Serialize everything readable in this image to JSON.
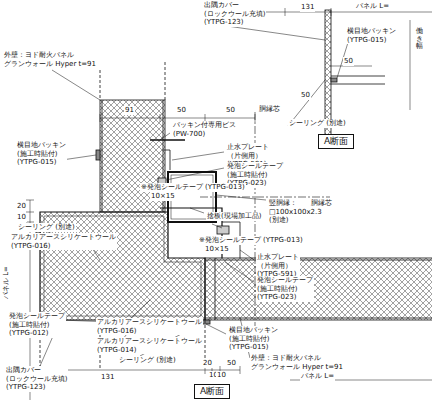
{
  "diagram": {
    "nodes": [
      {
        "text": [
          "A断面"
        ]
      },
      {
        "text": [
          "A断面"
        ]
      }
    ],
    "labels": [
      "出隅カバー (ロックウール充填) (YTPG-123)",
      "131",
      "パネル L=",
      "横目地パッキン (YTPG-015)",
      "働き幅",
      "50",
      "50",
      "シーリング (別途)",
      "外壁：ヨド耐火パネル グランウォール Hyper t=91",
      "91",
      "50",
      "50",
      "胴縁芯",
      "パッキン付専用ビス (PW-700)",
      "止水プレート（片側用） (YTPG-591)",
      "横目地パッキン (施工時貼付) (YTPG-015)",
      "発泡シールテープ (施工時貼付) (YTPG-023)",
      "※発泡シールテープ (YTPG-013)",
      "10×15",
      "竪胴縁：□100x100x2.3 (別途)",
      "捨板(現場加工品)",
      "胴縁芯",
      "※発泡シールテープ (YTPG-013)",
      "10×15",
      "20",
      "10",
      "シーリング (別途)",
      "アルカリアースシリケートウール (YTPG-016)",
      "止水プレート（片側用） (YTPG-591)",
      "発泡シールテープ (施工時貼付) (YTPG-023)",
      "発泡シールテープ (施工時貼付) (YTPG-012)",
      "アルカリアースシリケートウール (YTPG-016)",
      "アルカリアースシリケートウール (YTPG-014)",
      "シーリング (別途)",
      "横目地パッキン (施工時貼付) (YTPG-015)",
      "外壁：ヨド耐火パネル グランウォール Hyper t=91",
      "20",
      "10",
      "10",
      "50",
      "出隅カバー (ロックウール充填) (YTPG-123)",
      "131",
      "パネル L=",
      "パネル L="
    ]
  }
}
